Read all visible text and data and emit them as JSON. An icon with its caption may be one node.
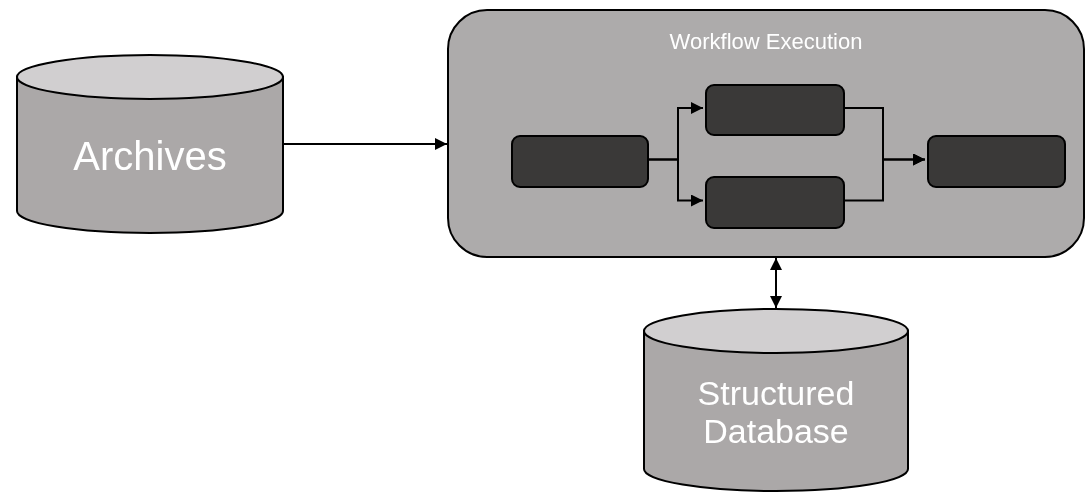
{
  "diagram": {
    "nodes": [
      {
        "text": [
          "Archives"
        ]
      },
      {
        "text": [
          "Workflow Execution"
        ]
      },
      {
        "text": [],
        "shape": "box",
        "in": 1
      },
      {
        "text": [],
        "shape": "box",
        "in": 1
      },
      {
        "text": [],
        "shape": "box",
        "in": 1
      },
      {
        "text": [],
        "shape": "box",
        "in": 1
      },
      {
        "text": [
          "Structured Database"
        ]
      }
    ],
    "edges": [
      {
        "from": 0,
        "to": 1,
        "arrow": "to"
      },
      {
        "from": 2,
        "to": 3,
        "arrow": "to"
      },
      {
        "from": 2,
        "to": 4,
        "arrow": "to"
      },
      {
        "from": 3,
        "to": 5,
        "arrow": "to"
      },
      {
        "from": 4,
        "to": 5,
        "arrow": "to"
      },
      {
        "from": 1,
        "to": 6,
        "arrow": "both"
      }
    ]
  }
}
